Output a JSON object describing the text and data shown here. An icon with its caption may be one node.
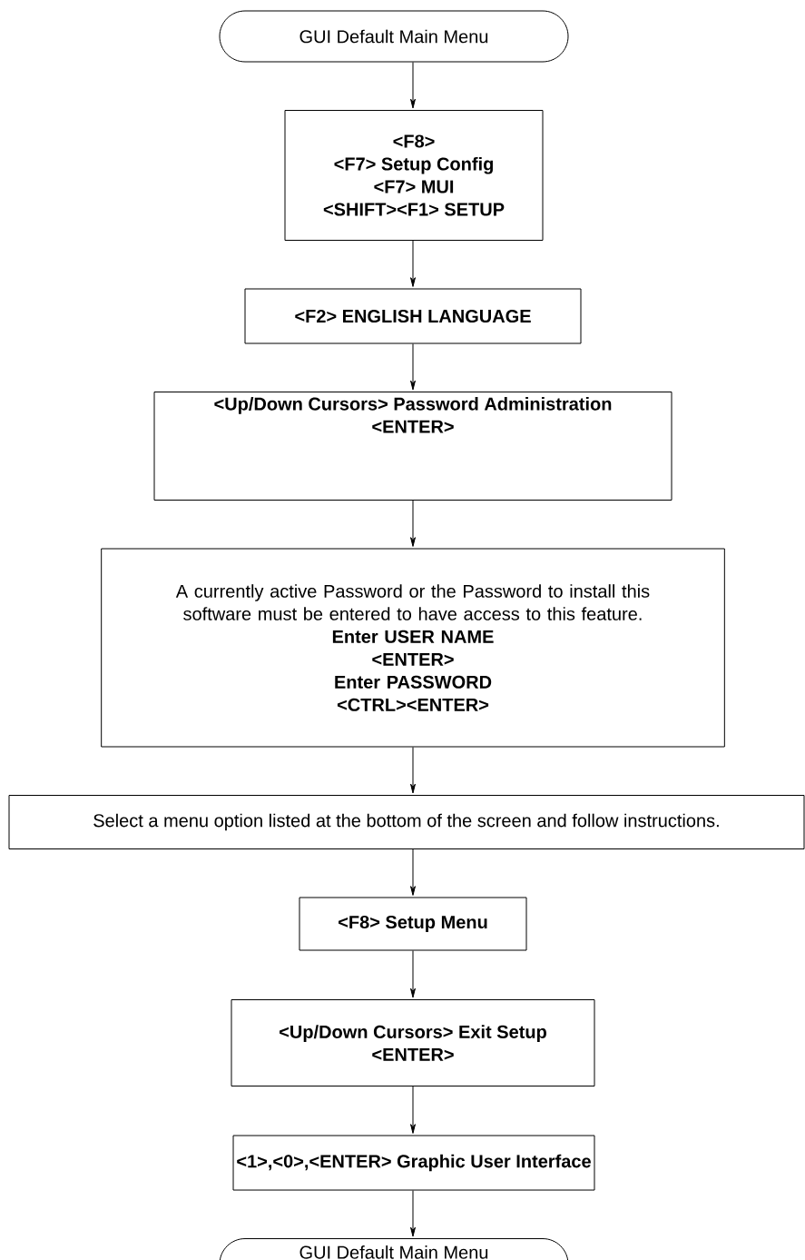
{
  "diagram": {
    "nodes": [
      {
        "text": [
          "GUI Default Main Menu"
        ]
      },
      {
        "text": [
          "<F8>",
          "<F7> Setup Config",
          "<F7> MUI",
          "<SHIFT><F1> SETUP"
        ]
      },
      {
        "text": [
          "<F2> ENGLISH LANGUAGE"
        ]
      },
      {
        "text": [
          "<Up/Down Cursors> Password Administration",
          "<ENTER>"
        ]
      },
      {
        "text": [
          "A currently active Password or the Password to install this software must be entered to have access to this feature.",
          "Enter USER NAME",
          "<ENTER>",
          "Enter PASSWORD",
          "<CTRL><ENTER>"
        ]
      },
      {
        "text": [
          "Select a menu option listed at the bottom of the screen and follow instructions."
        ]
      },
      {
        "text": [
          "<F8> Setup Menu"
        ]
      },
      {
        "text": [
          "<Up/Down Cursors> Exit Setup",
          "<ENTER>"
        ]
      },
      {
        "text": [
          "<1>,<0>,<ENTER> Graphic User Interface"
        ]
      },
      {
        "text": [
          "GUI Default Main Menu"
        ]
      }
    ],
    "edges": [
      {
        "from": 0,
        "to": 1,
        "arrow": "to"
      },
      {
        "from": 1,
        "to": 2,
        "arrow": "to"
      },
      {
        "from": 2,
        "to": 3,
        "arrow": "to"
      },
      {
        "from": 3,
        "to": 4,
        "arrow": "to"
      },
      {
        "from": 4,
        "to": 5,
        "arrow": "to"
      },
      {
        "from": 5,
        "to": 6,
        "arrow": "to"
      },
      {
        "from": 6,
        "to": 7,
        "arrow": "to"
      },
      {
        "from": 7,
        "to": 8,
        "arrow": "to"
      },
      {
        "from": 8,
        "to": 9,
        "arrow": "to"
      }
    ]
  }
}
